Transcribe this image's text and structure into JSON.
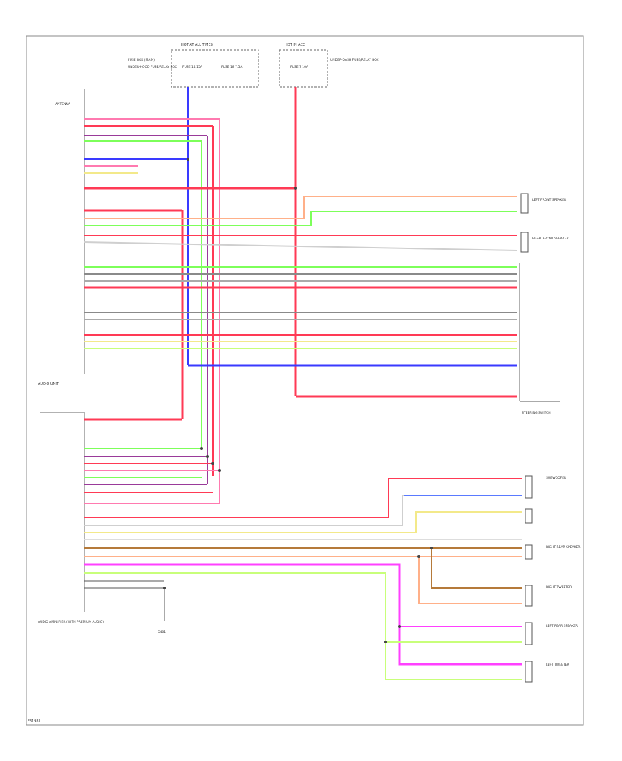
{
  "labels": {
    "fuse_box_main": "FUSE BOX (MAIN)",
    "fuse_box_main_sub": "UNDER-HOOD FUSE/RELAY BOX",
    "fuse_box_right": "UNDER-DASH FUSE/RELAY BOX",
    "hot_at_all_times": "HOT AT ALL TIMES",
    "hot_in_acc": "HOT IN ACC",
    "fuse_a": "FUSE 14 15A",
    "fuse_b": "FUSE 18 7.5A",
    "fuse_c": "FUSE 7 10A",
    "antenna": "ANTENNA",
    "audio_unit": "AUDIO UNIT",
    "audio_amp": "AUDIO AMPLIFIER (WITH PREMIUM AUDIO)",
    "ground": "G401",
    "left_front_speaker": "LEFT FRONT SPEAKER",
    "right_front_speaker": "RIGHT FRONT SPEAKER",
    "steering_switch": "STEERING SWITCH",
    "left_rear_speaker": "LEFT REAR SPEAKER",
    "right_rear_speaker": "RIGHT REAR SPEAKER",
    "left_tweeter": "LEFT TWEETER",
    "right_tweeter": "RIGHT TWEETER",
    "subwoofer": "SUBWOOFER",
    "page_code": "F31981"
  },
  "wire_colors": {
    "red": "#ff3a55",
    "pink": "#ff7ab0",
    "green": "#7dff5a",
    "yellow": "#f3e98a",
    "gray": "#8a8a8a",
    "blue": "#3a3aff",
    "purple": "#9a3a9a",
    "brown": "#b57a3a",
    "magenta": "#ff40ff",
    "peach": "#ffb089",
    "lightgreen": "#c8ff7a"
  }
}
